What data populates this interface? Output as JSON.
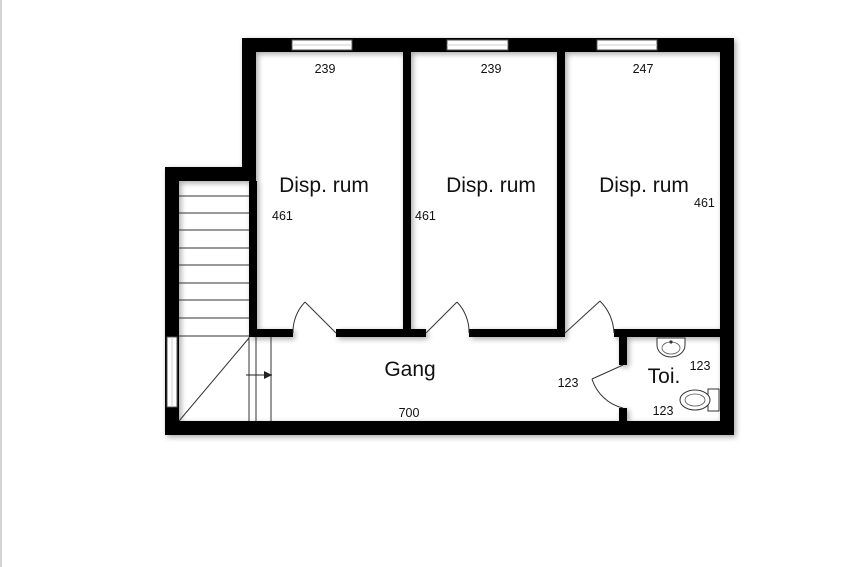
{
  "floorplan": {
    "rooms": {
      "room_1": "Disp. rum",
      "room_2": "Disp. rum",
      "room_3": "Disp. rum",
      "corridor": "Gang",
      "toilet": "Toi."
    },
    "dimensions": {
      "room_1_width": "239",
      "room_2_width": "239",
      "room_3_width": "247",
      "room_1_depth": "461",
      "room_2_depth": "461",
      "room_3_depth": "461",
      "corridor_length": "700",
      "corridor_depth": "123",
      "toilet_width": "123",
      "toilet_depth": "123"
    },
    "colors": {
      "wall": "#000000",
      "background": "#ffffff",
      "window": "#cfcfcf"
    },
    "icons": [
      "sink-icon",
      "toilet-icon",
      "stair-arrow-icon"
    ]
  }
}
